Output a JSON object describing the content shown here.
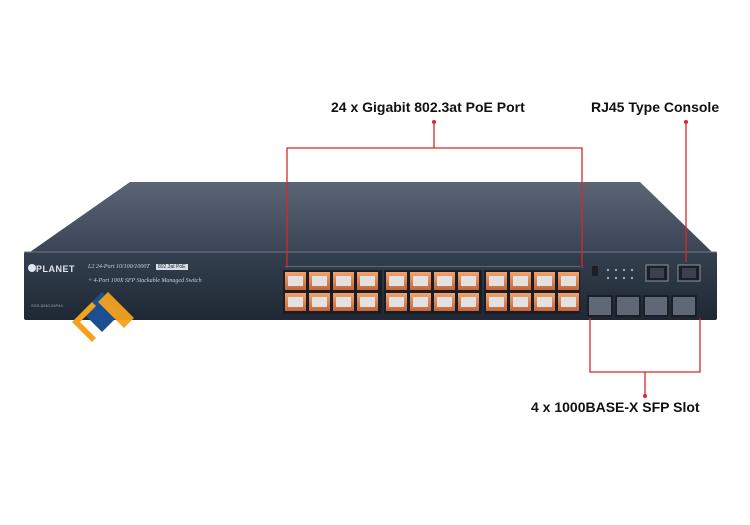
{
  "callouts": {
    "poe_port": "24 x Gigabit 802.3at PoE Port",
    "console": "RJ45 Type Console",
    "sfp_slot": "4 x 1000BASE-X SFP Slot"
  },
  "device": {
    "brand": "PLANET",
    "model_line_1": "L2 24-Port 10/100/1000T",
    "model_tag": "802.3at PoE",
    "model_line_2": "+ 4-Port 100X SFP Stackable Managed Switch",
    "model_code": "SGS-5240-24P4X"
  },
  "colors": {
    "chassis_front": "#2c3746",
    "chassis_top": "#4a5566",
    "callout_line": "#d42a2a",
    "port_glow": "#e8884a",
    "logo_blue": "#1c4f8f",
    "logo_orange": "#f4a11e"
  }
}
